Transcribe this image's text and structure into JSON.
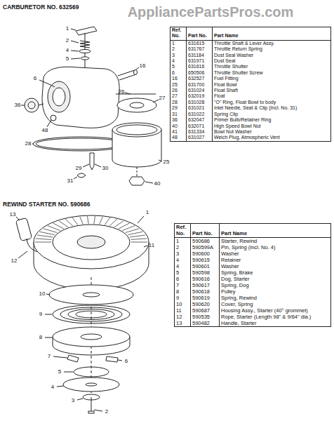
{
  "diagram": {
    "labels": [
      "AppliancePartsPros.com",
      "CARBURETOR NO. 632569",
      "Ref. No.",
      "Part No.",
      "Part Name",
      "1",
      "631615",
      "Throttle Shaft & Lever Assy.",
      "2",
      "631767",
      "Throttle Return Spring",
      "3",
      "631184",
      "Dust Seal Washer",
      "4",
      "631971",
      "Dust Seal",
      "5",
      "631616",
      "Throttle Shutter",
      "6",
      "650506",
      "Throttle Shutter Screw",
      "16",
      "632527",
      "Fuel Fitting",
      "25",
      "631700",
      "Float Bowl",
      "26",
      "631024",
      "Float Shaft",
      "27",
      "632019",
      "Float",
      "28",
      "631028",
      "\"O\" Ring, Float Bowl to body",
      "29",
      "631021",
      "Inlet Needle, Seat & Clip (Incl. No. 31)",
      "31",
      "631022",
      "Spring Clip",
      "36",
      "632047",
      "Primer Bulb/Retainer Ring",
      "40",
      "632071",
      "High Speed Bowl Nut",
      "41",
      "631334",
      "Bowl Nut Washer",
      "48",
      "631027",
      "Welch Plug, Atmospheric Vent",
      "1",
      "2",
      "4",
      "5",
      "6",
      "16",
      "25",
      "26",
      "27",
      "28",
      "29",
      "30",
      "31",
      "36",
      "40",
      "48",
      "REWIND STARTER NO. 590686",
      "Ref. No.",
      "Part No.",
      "Part Name",
      "1",
      "590686",
      "Starter, Rewind",
      "2",
      "590599A",
      "Pin, Spring (Incl. No. 4)",
      "3",
      "590600",
      "Washer",
      "4",
      "590615",
      "Retainer",
      "4",
      "590601",
      "Washer",
      "5",
      "590598",
      "Spring, Brake",
      "6",
      "590616",
      "Dog, Starter",
      "7",
      "590617",
      "Spring, Dog",
      "8",
      "590618",
      "Pulley",
      "9",
      "590619",
      "Spring, Rewind",
      "10",
      "590620",
      "Cover, Spring",
      "11",
      "590687",
      "Housing Assy., Starter (40° grommet)",
      "12",
      "590535",
      "Rope, Starter (Length 98\" & 9/64\" dia.)",
      "13",
      "590482",
      "Handle, Starter",
      "13",
      "11",
      "12",
      "10",
      "9",
      "8",
      "7",
      "6",
      "5",
      "4",
      "3",
      "2",
      "1"
    ]
  }
}
